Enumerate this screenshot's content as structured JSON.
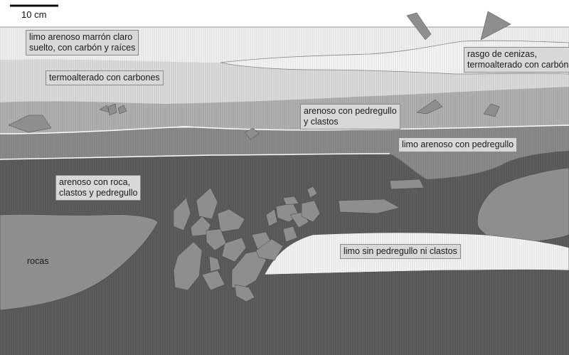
{
  "scale": {
    "label": "10 cm"
  },
  "layers": {
    "limo_marron": "limo arenoso marrón claro\nsuelto, con carbón y raíces",
    "rasgo_cenizas": "rasgo de cenizas,\ntermoalterado con carbón",
    "termoalterado": "termoalterado con carbones",
    "arenoso_pedregullo": "arenoso con pedregullo\ny clastos",
    "limo_pedregullo": "limo arenoso con pedregullo",
    "arenoso_roca": "arenoso con roca,\nclastos y pedregullo",
    "limo_sin": "limo sin pedregullo ni clastos",
    "rocas": "rocas"
  },
  "colors": {
    "top_layer": "#f1f1f1",
    "ash_lens": "#fafafa",
    "thermo_layer": "#e0e0e0",
    "sandy_gravel": "#b4b4b4",
    "silt_gravel": "#8c8c8c",
    "dark_matrix": "#5e5e5e",
    "rock": "#8e8e8e",
    "clean_silt": "#f7f7f7",
    "label_box": "#d8d8d8"
  }
}
